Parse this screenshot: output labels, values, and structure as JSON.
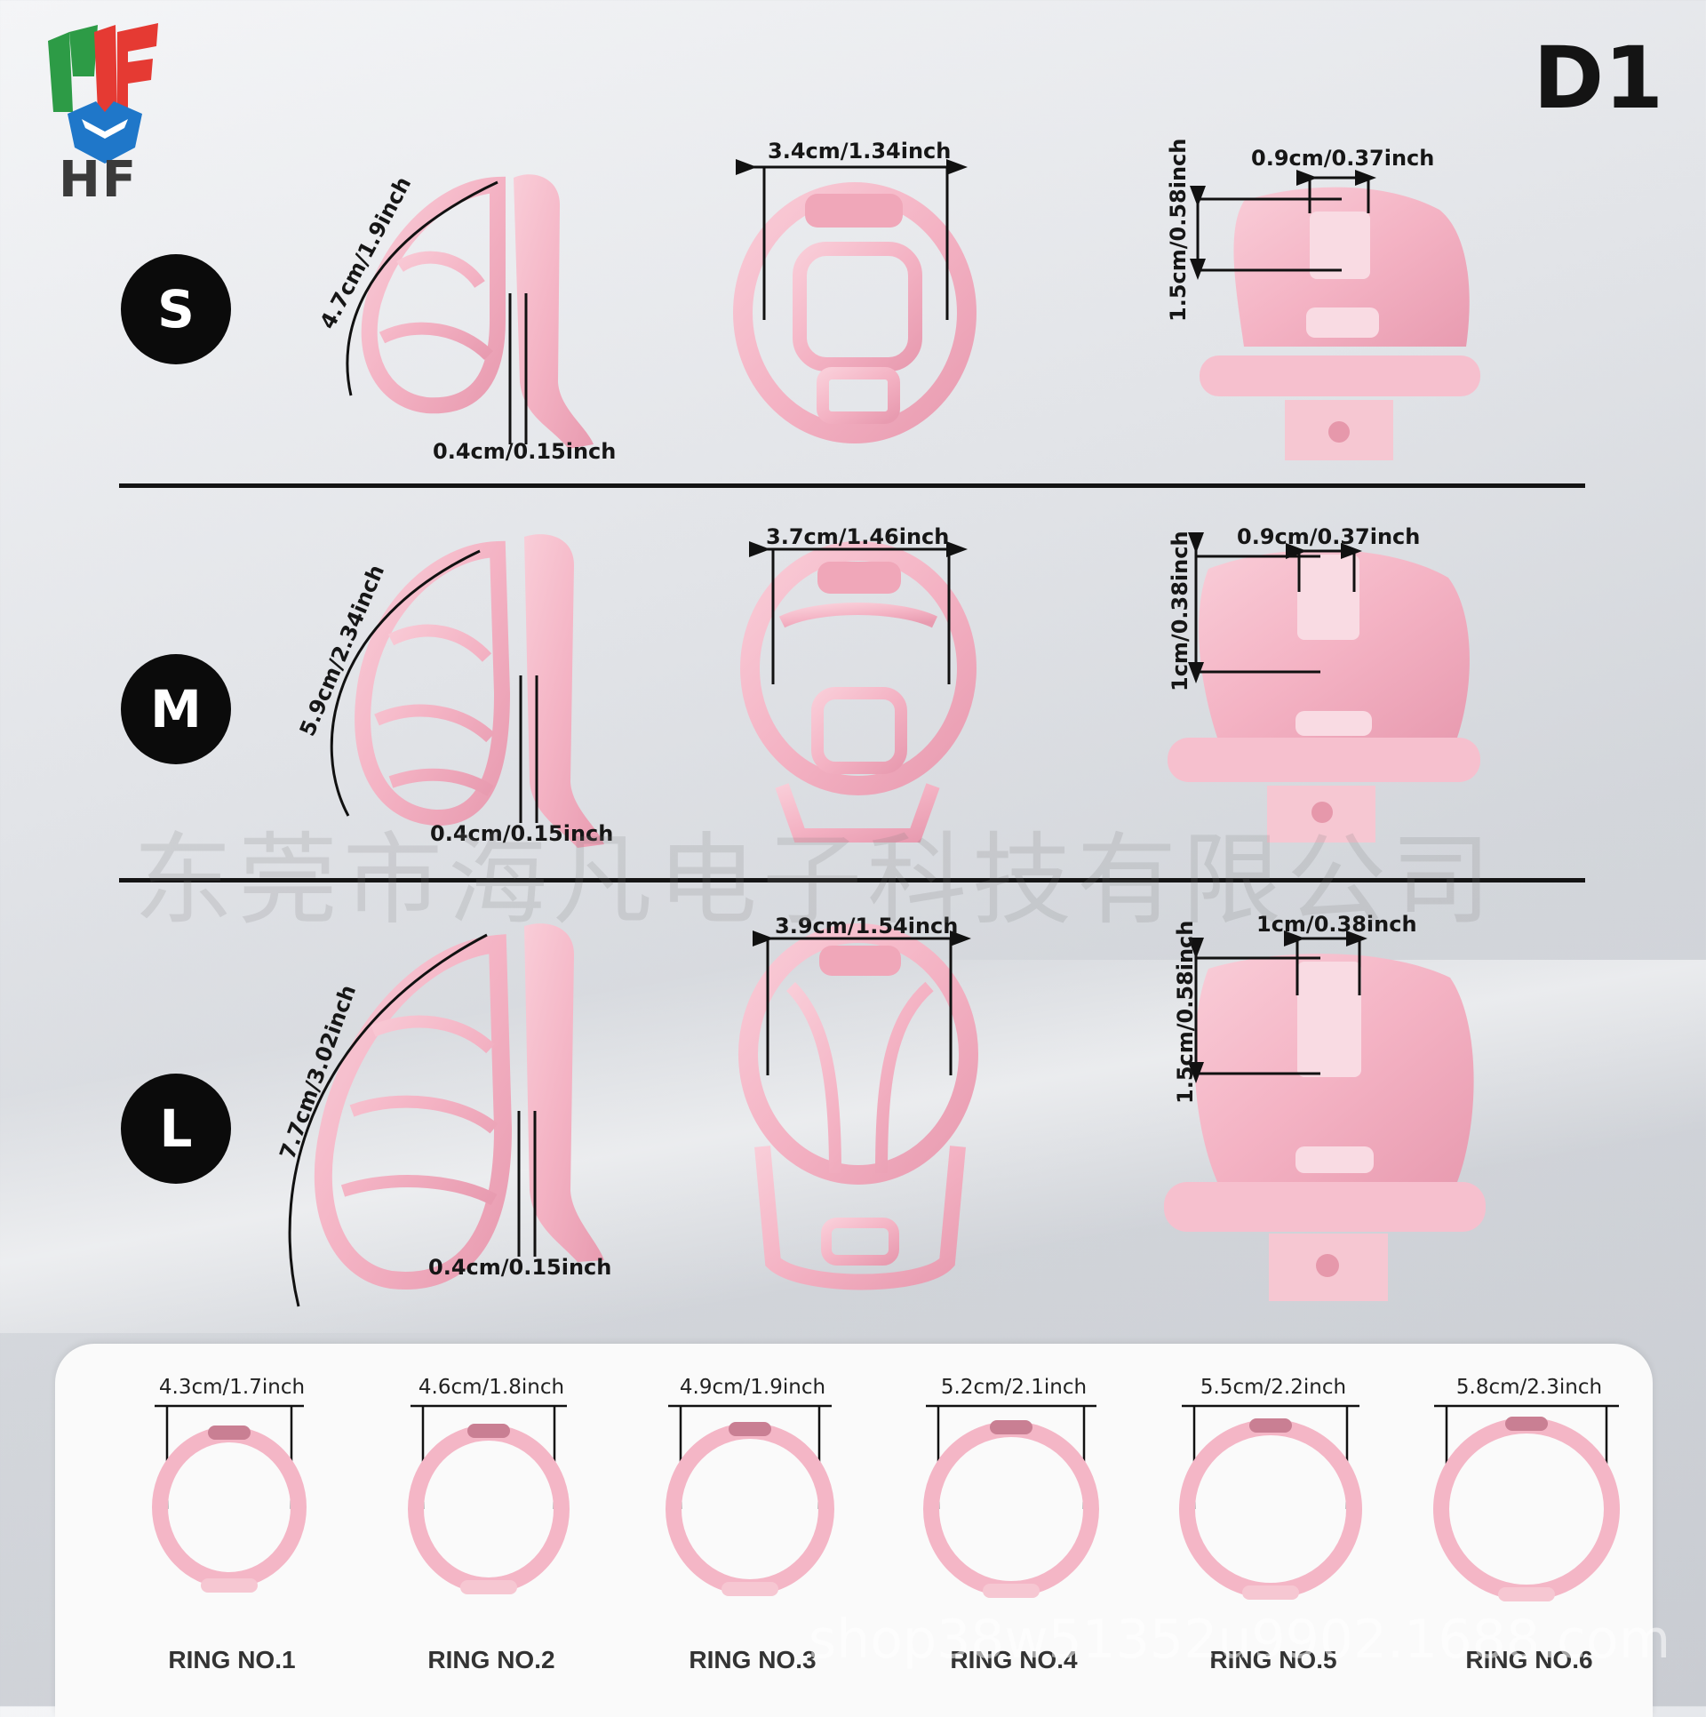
{
  "brand": {
    "logo_text": "HF",
    "model_code": "D1"
  },
  "sizes": [
    {
      "label": "S",
      "side_length": "4.7cm/1.9inch",
      "side_thickness": "0.4cm/0.15inch",
      "front_width": "3.4cm/1.34inch",
      "back_slot_width": "0.9cm/0.37inch",
      "back_slot_height": "1.5cm/0.58inch"
    },
    {
      "label": "M",
      "side_length": "5.9cm/2.34inch",
      "side_thickness": "0.4cm/0.15inch",
      "front_width": "3.7cm/1.46inch",
      "back_slot_width": "0.9cm/0.37inch",
      "back_slot_height": "1cm/0.38inch"
    },
    {
      "label": "L",
      "side_length": "7.7cm/3.02inch",
      "side_thickness": "0.4cm/0.15inch",
      "front_width": "3.9cm/1.54inch",
      "back_slot_width": "1cm/0.38inch",
      "back_slot_height": "1.5cm/0.58inch"
    }
  ],
  "rings": [
    {
      "name": "RING NO.1",
      "diameter": "4.3cm/1.7inch"
    },
    {
      "name": "RING NO.2",
      "diameter": "4.6cm/1.8inch"
    },
    {
      "name": "RING NO.3",
      "diameter": "4.9cm/1.9inch"
    },
    {
      "name": "RING NO.4",
      "diameter": "5.2cm/2.1inch"
    },
    {
      "name": "RING NO.5",
      "diameter": "5.5cm/2.2inch"
    },
    {
      "name": "RING NO.6",
      "diameter": "5.8cm/2.3inch"
    }
  ],
  "watermark": "东莞市海凡电子科技有限公司",
  "watermark_shop": "shop38w51352u9902.1688.com",
  "colors": {
    "product_pink": "#f4b6c6",
    "product_pink_dark": "#e79aae",
    "badge_black": "#0b0b0b",
    "logo_red": "#e53a33",
    "logo_green": "#2d9b46",
    "logo_blue": "#1f77c9"
  }
}
